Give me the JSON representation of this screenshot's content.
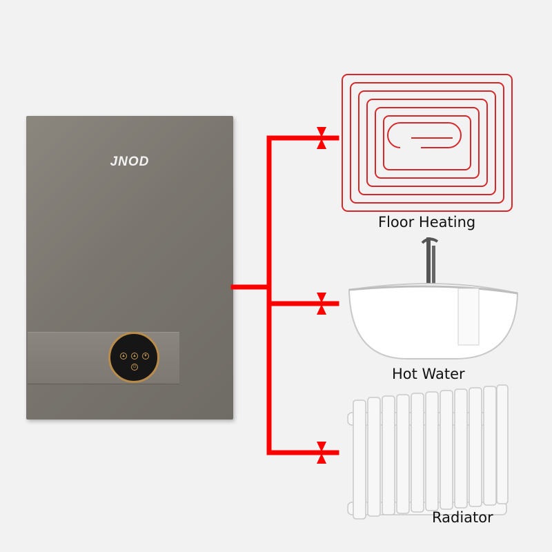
{
  "boiler": {
    "brand": "JNOD"
  },
  "outputs": [
    {
      "label": "Floor Heating",
      "icon": "floor-heating-coil"
    },
    {
      "label": "Hot Water",
      "icon": "bathtub"
    },
    {
      "label": "Radiator",
      "icon": "radiator"
    }
  ],
  "colors": {
    "pipe": "#ff0000",
    "coil": "#d62828",
    "boiler_body": "#7a766f",
    "display_ring": "#b98c4c",
    "background": "#f2f2f2"
  }
}
